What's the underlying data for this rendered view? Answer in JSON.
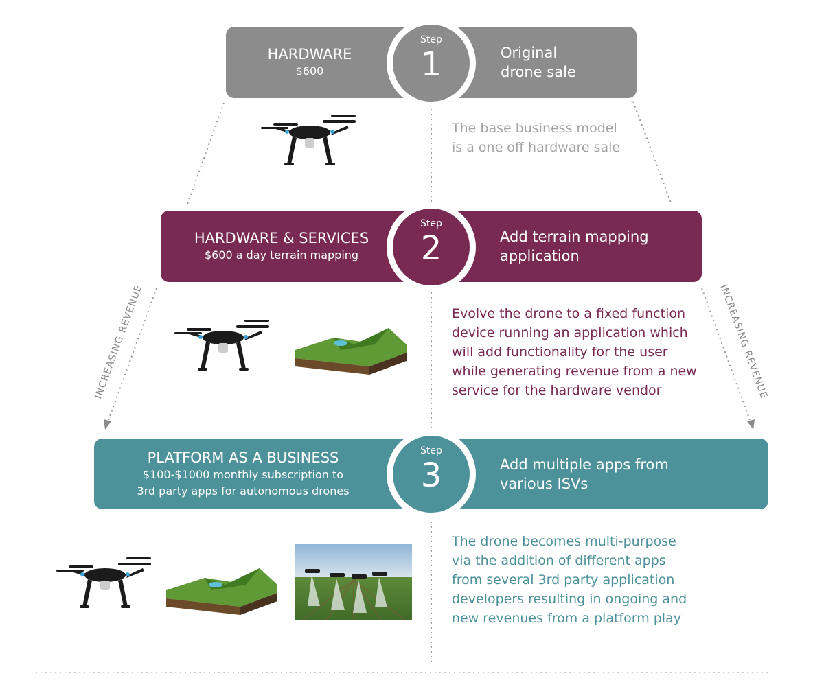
{
  "colors": {
    "step1": "#8c8c8c",
    "step2": "#782a52",
    "step3": "#4d929a",
    "desc1": "#a3a3a3"
  },
  "step1": {
    "step_word": "Step",
    "number": "1",
    "left_title": "HARDWARE",
    "left_sub": "$600",
    "right_line1": "Original",
    "right_line2": "drone sale",
    "desc": [
      "The base business model",
      "is a one off hardware sale"
    ]
  },
  "step2": {
    "step_word": "Step",
    "number": "2",
    "left_title": "HARDWARE & SERVICES",
    "left_sub": "$600 a day terrain mapping",
    "right_line1": "Add terrain mapping",
    "right_line2": "application",
    "desc": [
      "Evolve the drone to a fixed function",
      "device running an application which",
      "will add functionality for the user",
      "while generating revenue from a new",
      "service for the hardware vendor"
    ]
  },
  "step3": {
    "step_word": "Step",
    "number": "3",
    "left_title": "PLATFORM AS A BUSINESS",
    "left_sub1": "$100-$1000 monthly subscription to",
    "left_sub2": "3rd party apps for autonomous drones",
    "right_line1": "Add multiple apps from",
    "right_line2": "various ISVs",
    "desc": [
      "The drone becomes multi-purpose",
      "via the addition of different apps",
      "from several 3rd party application",
      "developers resulting in ongoing and",
      "new revenues from a platform play"
    ]
  },
  "side_labels": {
    "left": "INCREASING REVENUE",
    "right": "INCREASING REVENUE"
  }
}
